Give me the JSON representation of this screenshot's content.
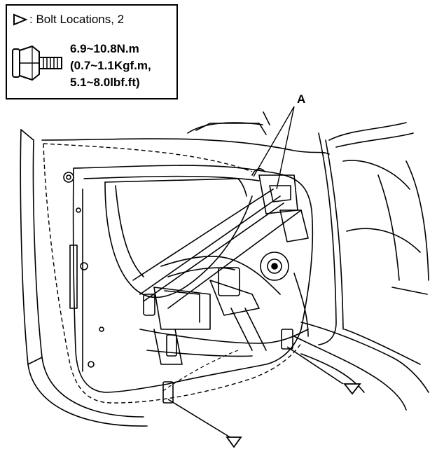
{
  "legend": {
    "title": ": Bolt Locations, 2",
    "bolt_icon": "hex-flange-bolt-icon",
    "torque_lines": [
      "6.9~10.8N.m",
      "(0.7~1.1Kgf.m,",
      "5.1~8.0lbf.ft)"
    ]
  },
  "callouts": {
    "a_label": "A",
    "bolt_marker_icon": "open-triangle-icon"
  }
}
